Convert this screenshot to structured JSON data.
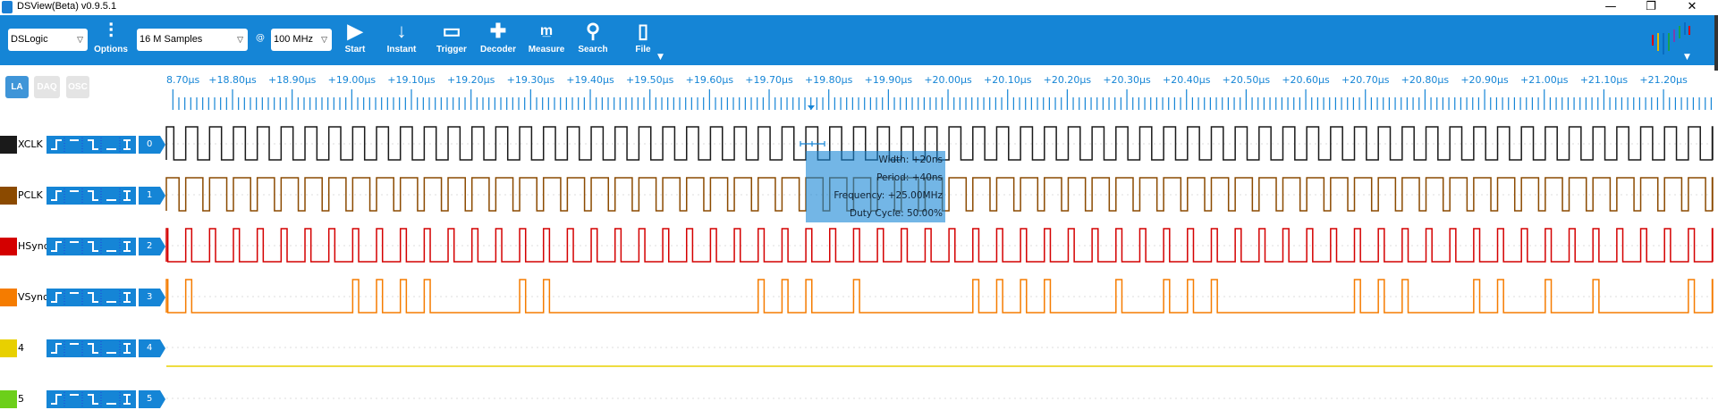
{
  "window": {
    "title": "DSView(Beta) v0.9.5.1",
    "minimize": "—",
    "restore": "❐",
    "close": "✕"
  },
  "toolbar": {
    "device": "DSLogic",
    "options": "Options",
    "samples": "16 M Samples",
    "at": "@",
    "rate": "100 MHz",
    "start": "Start",
    "instant": "Instant",
    "trigger": "Trigger",
    "decoder": "Decoder",
    "measure": "Measure",
    "search": "Search",
    "file": "File"
  },
  "modes": {
    "la": "LA",
    "daq": "DAQ",
    "osc": "OSC"
  },
  "ruler": {
    "labels": [
      "8.70µs",
      "+18.80µs",
      "+18.90µs",
      "+19.00µs",
      "+19.10µs",
      "+19.20µs",
      "+19.30µs",
      "+19.40µs",
      "+19.50µs",
      "+19.60µs",
      "+19.70µs",
      "+19.80µs",
      "+19.90µs",
      "+20.00µs",
      "+20.10µs",
      "+20.20µs",
      "+20.30µs",
      "+20.40µs",
      "+20.50µs",
      "+20.60µs",
      "+20.70µs",
      "+20.80µs",
      "+20.90µs",
      "+21.00µs",
      "+21.10µs",
      "+21.20µs"
    ]
  },
  "channels": [
    {
      "name": "XCLK",
      "index": "0",
      "color": "#1a1a1a",
      "duty": 0.5,
      "kind": "clock"
    },
    {
      "name": "PCLK",
      "index": "1",
      "color": "#8b4a00",
      "duty": 0.72,
      "kind": "clock"
    },
    {
      "name": "HSync",
      "index": "2",
      "color": "#d40000",
      "duty": 0.25,
      "kind": "pulse",
      "pattern": "1111111111111111111111111111111111111111111111111111111111111111"
    },
    {
      "name": "VSync",
      "index": "3",
      "color": "#f57c00",
      "duty": 0.25,
      "kind": "pulse",
      "pattern": "1100000011110001100000000111010000111100101110000011100110101000"
    },
    {
      "name": "4",
      "index": "4",
      "color": "#e8d000",
      "kind": "flat"
    },
    {
      "name": "5",
      "index": "5",
      "color": "#6ccf1a",
      "kind": "none"
    }
  ],
  "measure": {
    "width": "Width: +20ns",
    "period": "Period: +40ns",
    "frequency": "Frequency: +25.00MHz",
    "duty": "Duty Cycle: 50.00%"
  }
}
